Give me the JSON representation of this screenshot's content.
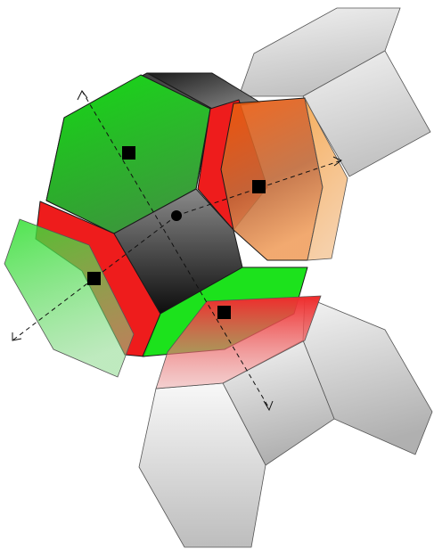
{
  "diagram": {
    "kind": "truncated-octahedron-unfolding",
    "colors": {
      "green": "#10e010",
      "red": "#ee1c1c",
      "orange": "#f07010",
      "gray_light": "#e4e4e4",
      "gray_dark": "#b8b8b8",
      "dark_face": "#2a2a2a",
      "axis": "#111111",
      "marker": "#000000"
    },
    "axes_count": 4,
    "center_marker": "filled-circle",
    "face_markers": "filled-square"
  }
}
